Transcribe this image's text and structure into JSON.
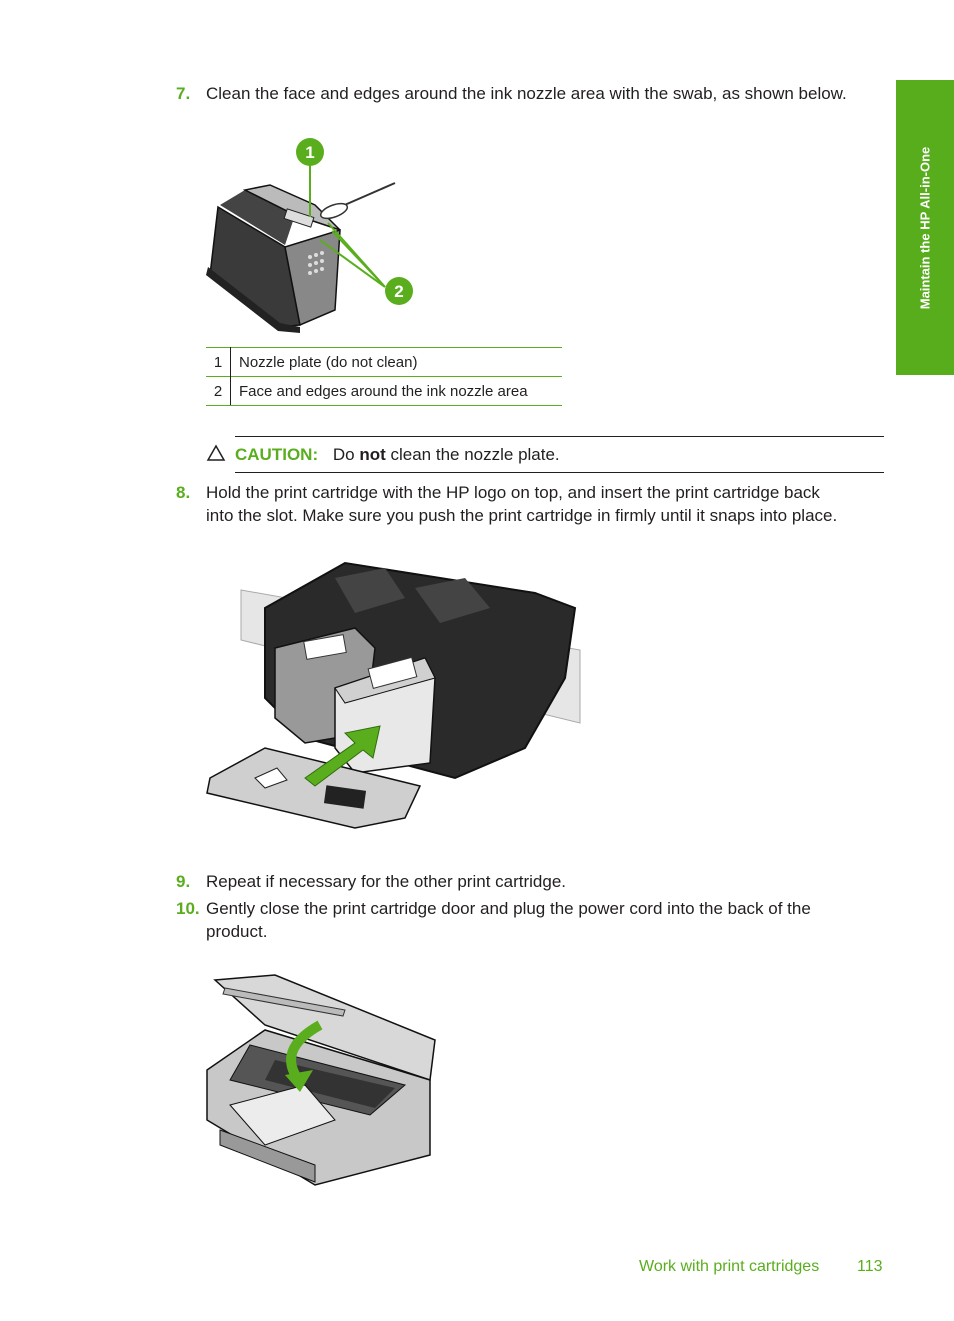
{
  "side_tab": {
    "text": "Maintain the HP All-in-One"
  },
  "steps": [
    {
      "num": "7.",
      "text": "Clean the face and edges around the ink nozzle area with the swab, as shown below."
    },
    {
      "num": "8.",
      "line1": "Hold the print cartridge with the HP logo on top, and insert the print cartridge back",
      "line2": "into the slot. Make sure you push the print cartridge in firmly until it snaps into place."
    },
    {
      "num": "9.",
      "text": "Repeat if necessary for the other print cartridge."
    },
    {
      "num": "10.",
      "line1": "Gently close the print cartridge door and plug the power cord into the back of the",
      "line2": "product."
    }
  ],
  "callouts": [
    "1",
    "2"
  ],
  "legend": [
    {
      "num": "1",
      "label": "Nozzle plate (do not clean)"
    },
    {
      "num": "2",
      "label": "Face and edges around the ink nozzle area"
    }
  ],
  "caution": {
    "label": "CAUTION:",
    "pre": "Do",
    "bold": "not",
    "post": "clean the nozzle plate."
  },
  "footer": {
    "section": "Work with print cartridges",
    "page": "113"
  },
  "colors": {
    "accent": "#5aae1e",
    "tab": "#57ad1c"
  }
}
